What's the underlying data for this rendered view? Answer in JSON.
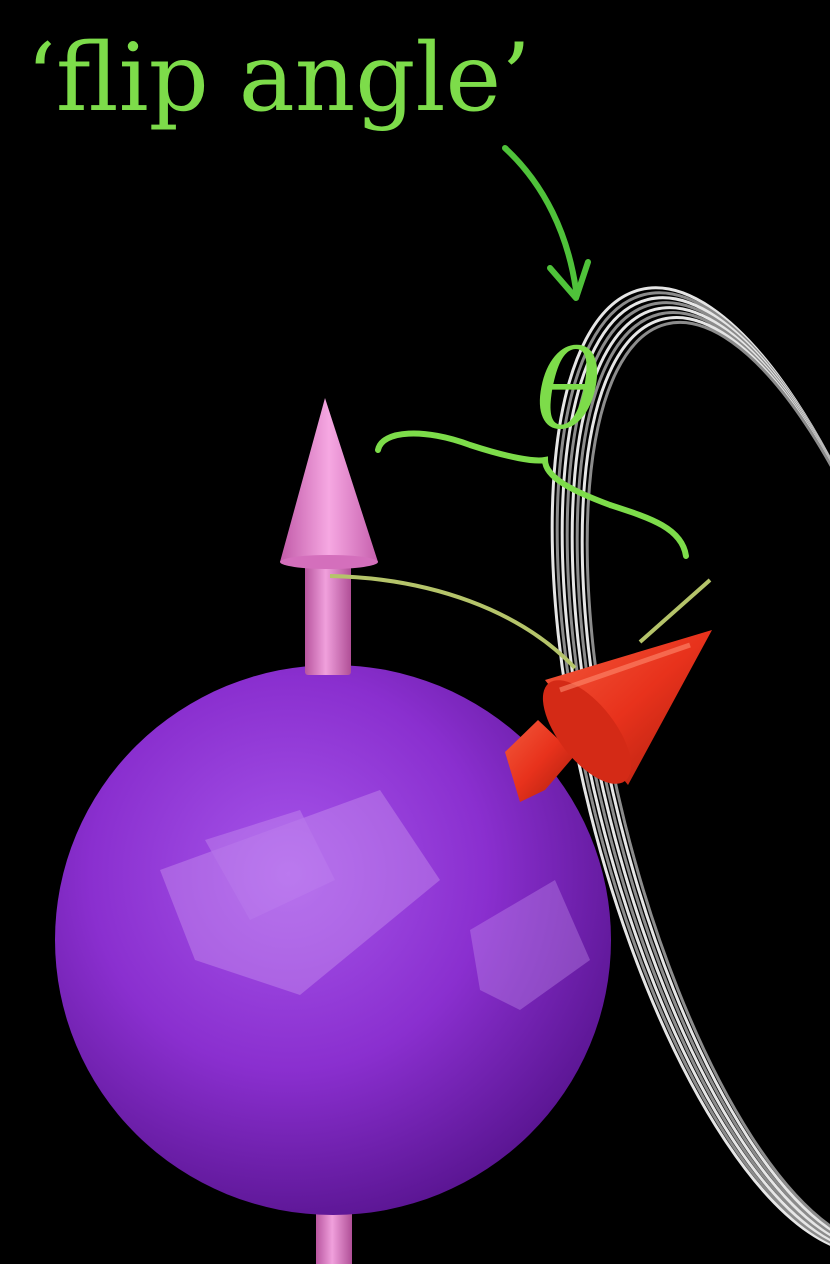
{
  "title": "‘flip angle’",
  "angle_symbol": "θ",
  "colors": {
    "background": "#000000",
    "annotation_green": "#7ddc4a",
    "arrow_green": "#4fc23a",
    "sphere_purple": "#8a2fcf",
    "initial_spin_arrow": "#e27cc9",
    "flipped_spin_arrow": "#e8321c",
    "coil_wire": "#d8d8d8",
    "angle_arc": "#b5c46a"
  },
  "icons": {
    "sphere": "proton-sphere",
    "up_arrow": "initial-magnetization-arrow",
    "tilted_arrow": "flipped-magnetization-arrow",
    "coil": "rf-coil-loop"
  }
}
